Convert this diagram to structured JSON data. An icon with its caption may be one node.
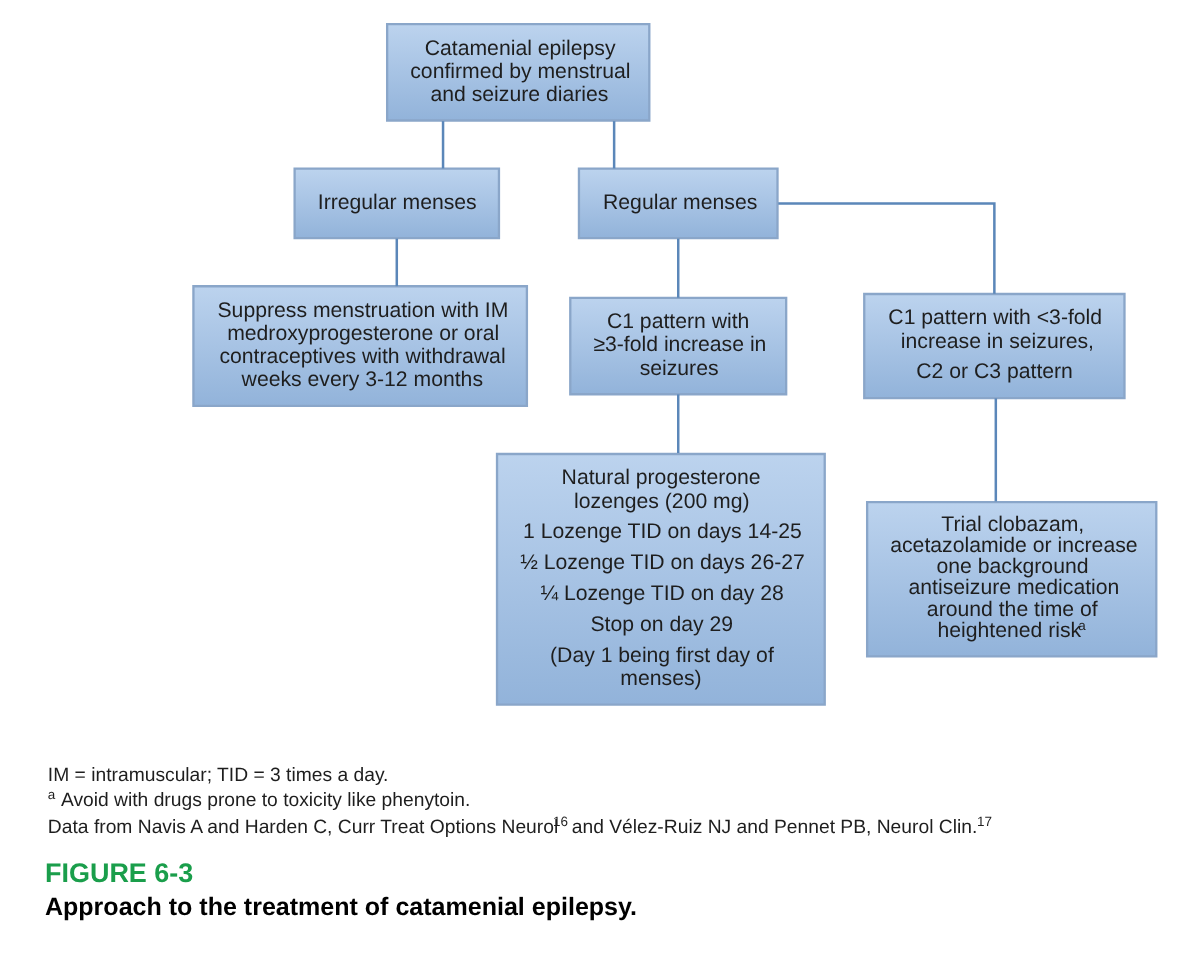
{
  "diagram": {
    "title": "FIGURE 6-3",
    "caption": "Approach to the treatment of catamenial epilepsy.",
    "nodes": [
      {
        "text": [
          "Catamenial epilepsy confirmed by menstrual and seizure diaries"
        ]
      },
      {
        "text": [
          "Irregular menses"
        ]
      },
      {
        "text": [
          "Regular menses"
        ]
      },
      {
        "text": [
          "Suppress menstruation with IM medroxyprogesterone or oral contraceptives with withdrawal weeks every 3-12 months"
        ]
      },
      {
        "text": [
          "C1 pattern with ≥3-fold increase in seizures"
        ]
      },
      {
        "text": [
          "C1 pattern with <3-fold increase in seizures,",
          "C2 or C3 pattern"
        ]
      },
      {
        "text": [
          "Natural progesterone lozenges (200 mg)",
          "1 Lozenge TID on days 14-25",
          "½ Lozenge TID on days 26-27",
          "¼ Lozenge TID on day 28",
          "Stop on day 29",
          "(Day 1 being first day of menses)"
        ]
      },
      {
        "text": [
          "Trial clobazam, acetazolamide or increase one background antiseizure medication around the time of heightened risk$^{a}$"
        ]
      }
    ],
    "edges": [
      {
        "from": 0,
        "to": 1,
        "arrow": "none"
      },
      {
        "from": 0,
        "to": 2,
        "arrow": "none"
      },
      {
        "from": 1,
        "to": 3,
        "arrow": "none"
      },
      {
        "from": 2,
        "to": 4,
        "arrow": "none"
      },
      {
        "from": 2,
        "to": 5,
        "arrow": "none"
      },
      {
        "from": 4,
        "to": 6,
        "arrow": "none"
      },
      {
        "from": 5,
        "to": 7,
        "arrow": "none"
      }
    ],
    "labels": [
      "IM = intramuscular; TID = 3 times a day.",
      "$^{a}$ Avoid with drugs prone to toxicity like phenytoin.",
      "Data from Navis A and Harden C, Curr Treat Options Neurol$^{16}$ and Vélez-Ruiz NJ and Pennet PB, Neurol Clin.$^{17}$"
    ]
  }
}
